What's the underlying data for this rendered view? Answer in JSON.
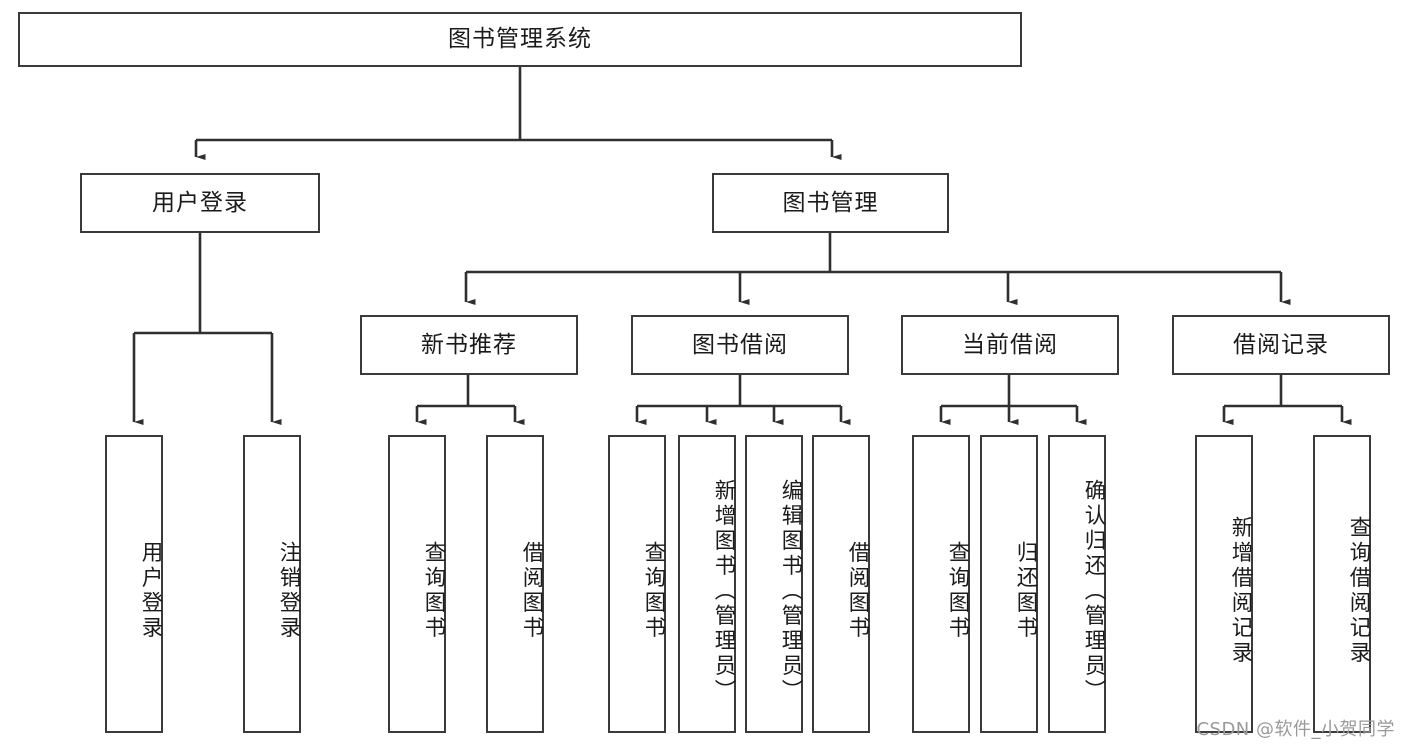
{
  "diagram": {
    "title": "图书管理系统",
    "type": "tree-hierarchy-chart",
    "watermark": "CSDN @软件_小贺同学",
    "colors": {
      "box_border": "#3a3a3a",
      "box_fill": "#ffffff",
      "edge": "#2f2f2f",
      "text": "#1b1b1b",
      "watermark": "#9a9a9a"
    },
    "root": {
      "label": "图书管理系统"
    },
    "level2": [
      {
        "id": "user-login",
        "label": "用户登录"
      },
      {
        "id": "book-manage",
        "label": "图书管理"
      }
    ],
    "level3": [
      {
        "id": "new-book-rec",
        "label": "新书推荐"
      },
      {
        "id": "book-borrow",
        "label": "图书借阅"
      },
      {
        "id": "current-borrow",
        "label": "当前借阅"
      },
      {
        "id": "borrow-record",
        "label": "借阅记录"
      }
    ],
    "leaves": {
      "user-login": [
        {
          "id": "leaf-user-login",
          "label": "用户登录"
        },
        {
          "id": "leaf-logout",
          "label": "注销登录"
        }
      ],
      "new-book-rec": [
        {
          "id": "leaf-query-book-1",
          "label": "查询图书"
        },
        {
          "id": "leaf-borrow-book-1",
          "label": "借阅图书"
        }
      ],
      "book-borrow": [
        {
          "id": "leaf-query-book-2",
          "label": "查询图书"
        },
        {
          "id": "leaf-add-book",
          "label": "新增图书（管理员）"
        },
        {
          "id": "leaf-edit-book",
          "label": "编辑图书（管理员）"
        },
        {
          "id": "leaf-borrow-book-2",
          "label": "借阅图书"
        }
      ],
      "current-borrow": [
        {
          "id": "leaf-query-book-3",
          "label": "查询图书"
        },
        {
          "id": "leaf-return-book",
          "label": "归还图书"
        },
        {
          "id": "leaf-confirm-return",
          "label": "确认归还（管理员）"
        }
      ],
      "borrow-record": [
        {
          "id": "leaf-add-record",
          "label": "新增借阅记录"
        },
        {
          "id": "leaf-query-record",
          "label": "查询借阅记录"
        }
      ]
    }
  }
}
